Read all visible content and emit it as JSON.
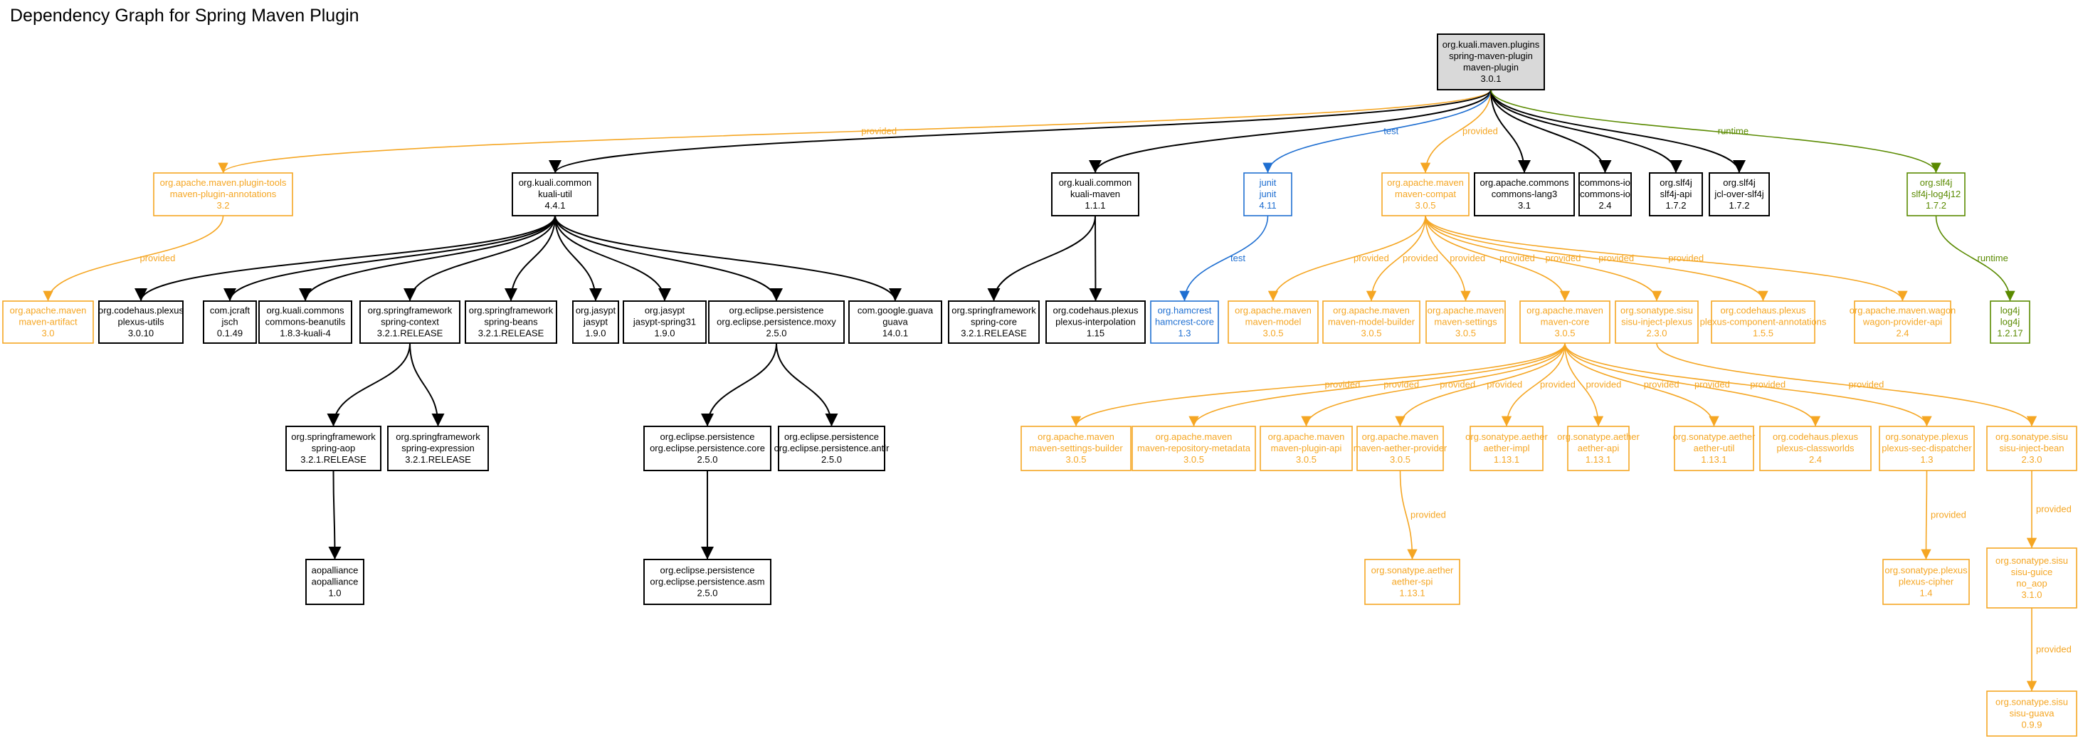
{
  "title": "Dependency Graph for Spring Maven Plugin",
  "colors": {
    "compile": "#000000",
    "provided": "#f5a623",
    "test": "#1f6fd1",
    "runtime": "#5a8a00",
    "root_fill": "#d9d9d9"
  },
  "nodes": [
    {
      "id": "root",
      "lines": [
        "org.kuali.maven.plugins",
        "spring-maven-plugin",
        "maven-plugin",
        "3.0.1"
      ],
      "scope": "compile",
      "root": true
    },
    {
      "id": "mpa",
      "lines": [
        "org.apache.maven.plugin-tools",
        "maven-plugin-annotations",
        "3.2"
      ],
      "scope": "provided"
    },
    {
      "id": "kutil",
      "lines": [
        "org.kuali.common",
        "kuali-util",
        "4.4.1"
      ],
      "scope": "compile"
    },
    {
      "id": "kmaven",
      "lines": [
        "org.kuali.common",
        "kuali-maven",
        "1.1.1"
      ],
      "scope": "compile"
    },
    {
      "id": "junit",
      "lines": [
        "junit",
        "junit",
        "4.11"
      ],
      "scope": "test"
    },
    {
      "id": "mcompat",
      "lines": [
        "org.apache.maven",
        "maven-compat",
        "3.0.5"
      ],
      "scope": "provided"
    },
    {
      "id": "lang3",
      "lines": [
        "org.apache.commons",
        "commons-lang3",
        "3.1"
      ],
      "scope": "compile"
    },
    {
      "id": "cio",
      "lines": [
        "commons-io",
        "commons-io",
        "2.4"
      ],
      "scope": "compile"
    },
    {
      "id": "slf4japi",
      "lines": [
        "org.slf4j",
        "slf4j-api",
        "1.7.2"
      ],
      "scope": "compile"
    },
    {
      "id": "jcl",
      "lines": [
        "org.slf4j",
        "jcl-over-slf4j",
        "1.7.2"
      ],
      "scope": "compile"
    },
    {
      "id": "log4j12",
      "lines": [
        "org.slf4j",
        "slf4j-log4j12",
        "1.7.2"
      ],
      "scope": "runtime"
    },
    {
      "id": "martifact",
      "lines": [
        "org.apache.maven",
        "maven-artifact",
        "3.0"
      ],
      "scope": "provided"
    },
    {
      "id": "putils",
      "lines": [
        "org.codehaus.plexus",
        "plexus-utils",
        "3.0.10"
      ],
      "scope": "compile"
    },
    {
      "id": "jsch",
      "lines": [
        "com.jcraft",
        "jsch",
        "0.1.49"
      ],
      "scope": "compile"
    },
    {
      "id": "beanutils",
      "lines": [
        "org.kuali.commons",
        "commons-beanutils",
        "1.8.3-kuali-4"
      ],
      "scope": "compile"
    },
    {
      "id": "sctx",
      "lines": [
        "org.springframework",
        "spring-context",
        "3.2.1.RELEASE"
      ],
      "scope": "compile"
    },
    {
      "id": "sbeans",
      "lines": [
        "org.springframework",
        "spring-beans",
        "3.2.1.RELEASE"
      ],
      "scope": "compile"
    },
    {
      "id": "jasypt",
      "lines": [
        "org.jasypt",
        "jasypt",
        "1.9.0"
      ],
      "scope": "compile"
    },
    {
      "id": "jasyptsp",
      "lines": [
        "org.jasypt",
        "jasypt-spring31",
        "1.9.0"
      ],
      "scope": "compile"
    },
    {
      "id": "moxy",
      "lines": [
        "org.eclipse.persistence",
        "org.eclipse.persistence.moxy",
        "2.5.0"
      ],
      "scope": "compile"
    },
    {
      "id": "guava",
      "lines": [
        "com.google.guava",
        "guava",
        "14.0.1"
      ],
      "scope": "compile"
    },
    {
      "id": "score",
      "lines": [
        "org.springframework",
        "spring-core",
        "3.2.1.RELEASE"
      ],
      "scope": "compile"
    },
    {
      "id": "pinterp",
      "lines": [
        "org.codehaus.plexus",
        "plexus-interpolation",
        "1.15"
      ],
      "scope": "compile"
    },
    {
      "id": "hamcrest",
      "lines": [
        "org.hamcrest",
        "hamcrest-core",
        "1.3"
      ],
      "scope": "test"
    },
    {
      "id": "mmodel",
      "lines": [
        "org.apache.maven",
        "maven-model",
        "3.0.5"
      ],
      "scope": "provided"
    },
    {
      "id": "mmb",
      "lines": [
        "org.apache.maven",
        "maven-model-builder",
        "3.0.5"
      ],
      "scope": "provided"
    },
    {
      "id": "msettings",
      "lines": [
        "org.apache.maven",
        "maven-settings",
        "3.0.5"
      ],
      "scope": "provided"
    },
    {
      "id": "mcore",
      "lines": [
        "org.apache.maven",
        "maven-core",
        "3.0.5"
      ],
      "scope": "provided"
    },
    {
      "id": "sisuplexus",
      "lines": [
        "org.sonatype.sisu",
        "sisu-inject-plexus",
        "2.3.0"
      ],
      "scope": "provided"
    },
    {
      "id": "pca",
      "lines": [
        "org.codehaus.plexus",
        "plexus-component-annotations",
        "1.5.5"
      ],
      "scope": "provided"
    },
    {
      "id": "wagon",
      "lines": [
        "org.apache.maven.wagon",
        "wagon-provider-api",
        "2.4"
      ],
      "scope": "provided"
    },
    {
      "id": "log4j",
      "lines": [
        "log4j",
        "log4j",
        "1.2.17"
      ],
      "scope": "runtime"
    },
    {
      "id": "saop",
      "lines": [
        "org.springframework",
        "spring-aop",
        "3.2.1.RELEASE"
      ],
      "scope": "compile"
    },
    {
      "id": "sexpr",
      "lines": [
        "org.springframework",
        "spring-expression",
        "3.2.1.RELEASE"
      ],
      "scope": "compile"
    },
    {
      "id": "epcore",
      "lines": [
        "org.eclipse.persistence",
        "org.eclipse.persistence.core",
        "2.5.0"
      ],
      "scope": "compile"
    },
    {
      "id": "epantlr",
      "lines": [
        "org.eclipse.persistence",
        "org.eclipse.persistence.antlr",
        "2.5.0"
      ],
      "scope": "compile"
    },
    {
      "id": "msb",
      "lines": [
        "org.apache.maven",
        "maven-settings-builder",
        "3.0.5"
      ],
      "scope": "provided"
    },
    {
      "id": "mrm",
      "lines": [
        "org.apache.maven",
        "maven-repository-metadata",
        "3.0.5"
      ],
      "scope": "provided"
    },
    {
      "id": "mpapi",
      "lines": [
        "org.apache.maven",
        "maven-plugin-api",
        "3.0.5"
      ],
      "scope": "provided"
    },
    {
      "id": "map",
      "lines": [
        "org.apache.maven",
        "maven-aether-provider",
        "3.0.5"
      ],
      "scope": "provided"
    },
    {
      "id": "aimpl",
      "lines": [
        "org.sonatype.aether",
        "aether-impl",
        "1.13.1"
      ],
      "scope": "provided"
    },
    {
      "id": "aapi",
      "lines": [
        "org.sonatype.aether",
        "aether-api",
        "1.13.1"
      ],
      "scope": "provided"
    },
    {
      "id": "autil",
      "lines": [
        "org.sonatype.aether",
        "aether-util",
        "1.13.1"
      ],
      "scope": "provided"
    },
    {
      "id": "pcw",
      "lines": [
        "org.codehaus.plexus",
        "plexus-classworlds",
        "2.4"
      ],
      "scope": "provided"
    },
    {
      "id": "psd",
      "lines": [
        "org.sonatype.plexus",
        "plexus-sec-dispatcher",
        "1.3"
      ],
      "scope": "provided"
    },
    {
      "id": "sib",
      "lines": [
        "org.sonatype.sisu",
        "sisu-inject-bean",
        "2.3.0"
      ],
      "scope": "provided"
    },
    {
      "id": "aspi",
      "lines": [
        "org.sonatype.aether",
        "aether-spi",
        "1.13.1"
      ],
      "scope": "provided"
    },
    {
      "id": "aopall",
      "lines": [
        "aopalliance",
        "aopalliance",
        "1.0"
      ],
      "scope": "compile"
    },
    {
      "id": "epasm",
      "lines": [
        "org.eclipse.persistence",
        "org.eclipse.persistence.asm",
        "2.5.0"
      ],
      "scope": "compile"
    },
    {
      "id": "pcipher",
      "lines": [
        "org.sonatype.plexus",
        "plexus-cipher",
        "1.4"
      ],
      "scope": "provided"
    },
    {
      "id": "sguice",
      "lines": [
        "org.sonatype.sisu",
        "sisu-guice",
        "no_aop",
        "3.1.0"
      ],
      "scope": "provided"
    },
    {
      "id": "sguava",
      "lines": [
        "org.sonatype.sisu",
        "sisu-guava",
        "0.9.9"
      ],
      "scope": "provided"
    }
  ],
  "edges": [
    {
      "from": "root",
      "to": "mpa",
      "scope": "provided",
      "label": "provided"
    },
    {
      "from": "root",
      "to": "kutil",
      "scope": "compile",
      "label": ""
    },
    {
      "from": "root",
      "to": "kmaven",
      "scope": "compile",
      "label": ""
    },
    {
      "from": "root",
      "to": "junit",
      "scope": "test",
      "label": "test"
    },
    {
      "from": "root",
      "to": "mcompat",
      "scope": "provided",
      "label": "provided"
    },
    {
      "from": "root",
      "to": "lang3",
      "scope": "compile",
      "label": ""
    },
    {
      "from": "root",
      "to": "cio",
      "scope": "compile",
      "label": ""
    },
    {
      "from": "root",
      "to": "slf4japi",
      "scope": "compile",
      "label": ""
    },
    {
      "from": "root",
      "to": "jcl",
      "scope": "compile",
      "label": ""
    },
    {
      "from": "root",
      "to": "log4j12",
      "scope": "runtime",
      "label": "runtime"
    },
    {
      "from": "mpa",
      "to": "martifact",
      "scope": "provided",
      "label": "provided"
    },
    {
      "from": "kutil",
      "to": "putils",
      "scope": "compile",
      "label": ""
    },
    {
      "from": "kutil",
      "to": "jsch",
      "scope": "compile",
      "label": ""
    },
    {
      "from": "kutil",
      "to": "beanutils",
      "scope": "compile",
      "label": ""
    },
    {
      "from": "kutil",
      "to": "sctx",
      "scope": "compile",
      "label": ""
    },
    {
      "from": "kutil",
      "to": "sbeans",
      "scope": "compile",
      "label": ""
    },
    {
      "from": "kutil",
      "to": "jasypt",
      "scope": "compile",
      "label": ""
    },
    {
      "from": "kutil",
      "to": "jasyptsp",
      "scope": "compile",
      "label": ""
    },
    {
      "from": "kutil",
      "to": "moxy",
      "scope": "compile",
      "label": ""
    },
    {
      "from": "kutil",
      "to": "guava",
      "scope": "compile",
      "label": ""
    },
    {
      "from": "kmaven",
      "to": "score",
      "scope": "compile",
      "label": ""
    },
    {
      "from": "kmaven",
      "to": "pinterp",
      "scope": "compile",
      "label": ""
    },
    {
      "from": "junit",
      "to": "hamcrest",
      "scope": "test",
      "label": "test"
    },
    {
      "from": "mcompat",
      "to": "mmodel",
      "scope": "provided",
      "label": "provided"
    },
    {
      "from": "mcompat",
      "to": "mmb",
      "scope": "provided",
      "label": "provided"
    },
    {
      "from": "mcompat",
      "to": "msettings",
      "scope": "provided",
      "label": "provided"
    },
    {
      "from": "mcompat",
      "to": "mcore",
      "scope": "provided",
      "label": "provided"
    },
    {
      "from": "mcompat",
      "to": "sisuplexus",
      "scope": "provided",
      "label": "provided"
    },
    {
      "from": "mcompat",
      "to": "pca",
      "scope": "provided",
      "label": "provided"
    },
    {
      "from": "mcompat",
      "to": "wagon",
      "scope": "provided",
      "label": "provided"
    },
    {
      "from": "log4j12",
      "to": "log4j",
      "scope": "runtime",
      "label": "runtime"
    },
    {
      "from": "sctx",
      "to": "saop",
      "scope": "compile",
      "label": ""
    },
    {
      "from": "sctx",
      "to": "sexpr",
      "scope": "compile",
      "label": ""
    },
    {
      "from": "moxy",
      "to": "epcore",
      "scope": "compile",
      "label": ""
    },
    {
      "from": "moxy",
      "to": "epantlr",
      "scope": "compile",
      "label": ""
    },
    {
      "from": "mcore",
      "to": "msb",
      "scope": "provided",
      "label": "provided"
    },
    {
      "from": "mcore",
      "to": "mrm",
      "scope": "provided",
      "label": "provided"
    },
    {
      "from": "mcore",
      "to": "mpapi",
      "scope": "provided",
      "label": "provided"
    },
    {
      "from": "mcore",
      "to": "map",
      "scope": "provided",
      "label": "provided"
    },
    {
      "from": "mcore",
      "to": "aimpl",
      "scope": "provided",
      "label": "provided"
    },
    {
      "from": "mcore",
      "to": "aapi",
      "scope": "provided",
      "label": "provided"
    },
    {
      "from": "mcore",
      "to": "autil",
      "scope": "provided",
      "label": "provided"
    },
    {
      "from": "mcore",
      "to": "pcw",
      "scope": "provided",
      "label": "provided"
    },
    {
      "from": "mcore",
      "to": "psd",
      "scope": "provided",
      "label": "provided"
    },
    {
      "from": "sisuplexus",
      "to": "sib",
      "scope": "provided",
      "label": "provided"
    },
    {
      "from": "map",
      "to": "aspi",
      "scope": "provided",
      "label": "provided"
    },
    {
      "from": "saop",
      "to": "aopall",
      "scope": "compile",
      "label": ""
    },
    {
      "from": "epcore",
      "to": "epasm",
      "scope": "compile",
      "label": ""
    },
    {
      "from": "psd",
      "to": "pcipher",
      "scope": "provided",
      "label": "provided"
    },
    {
      "from": "sib",
      "to": "sguice",
      "scope": "provided",
      "label": "provided"
    },
    {
      "from": "sguice",
      "to": "sguava",
      "scope": "provided",
      "label": "provided"
    }
  ]
}
